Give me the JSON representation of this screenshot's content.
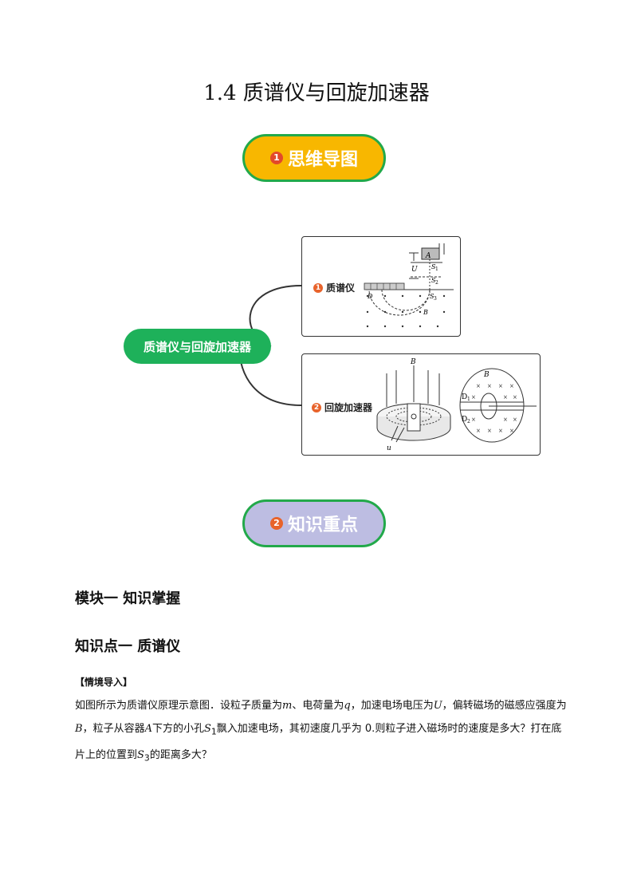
{
  "document": {
    "title": "1.4  质谱仪与回旋加速器"
  },
  "badges": {
    "mind_map": {
      "number": "1",
      "label": "思维导图"
    },
    "key_points": {
      "number": "2",
      "label": "知识重点"
    }
  },
  "mind_map": {
    "center": "质谱仪与回旋加速器",
    "branch_1": {
      "number": "1",
      "label": "质谱仪"
    },
    "branch_2": {
      "number": "2",
      "label": "回旋加速器"
    },
    "figure_1_labels": {
      "A": "A",
      "U": "U",
      "S1": "S",
      "S1_sub": "1",
      "S2": "S",
      "S2_sub": "2",
      "S3": "S",
      "S3_sub": "3",
      "D": "D",
      "B": "B"
    },
    "figure_2_labels": {
      "B_left": "B",
      "u": "u",
      "B_right": "B",
      "D1": "D",
      "D1_sub": "1",
      "D2": "D",
      "D2_sub": "2"
    }
  },
  "content": {
    "module_heading": "模块一  知识掌握",
    "point_heading": "知识点一    质谱仪",
    "situation_tag": "【情境导入】",
    "paragraph": {
      "p1": "如图所示为质谱仪原理示意图．设粒子质量为",
      "m": "m",
      "p2": "、电荷量为",
      "q": "q",
      "p3": "，加速电场电压为",
      "U": "U",
      "p4": "，偏转磁场的磁感应强度为",
      "B": "B",
      "p5": "，粒子从容器",
      "A": "A",
      "p6": "下方的小孔",
      "S1": "S",
      "S1_sub": "1",
      "p7": "飘入加速电场，其初速度几乎为 0.则粒子进入磁场时的速度是多大？打在底片上的位置到",
      "S3": "S",
      "S3_sub": "3",
      "p8": "的距离多大？"
    }
  },
  "colors": {
    "badge_border": "#22a94a",
    "badge_1_fill": "#f8b700",
    "badge_2_fill": "#bdbde2",
    "center_node": "#1eb15a",
    "number_dot": "#e2492a"
  }
}
